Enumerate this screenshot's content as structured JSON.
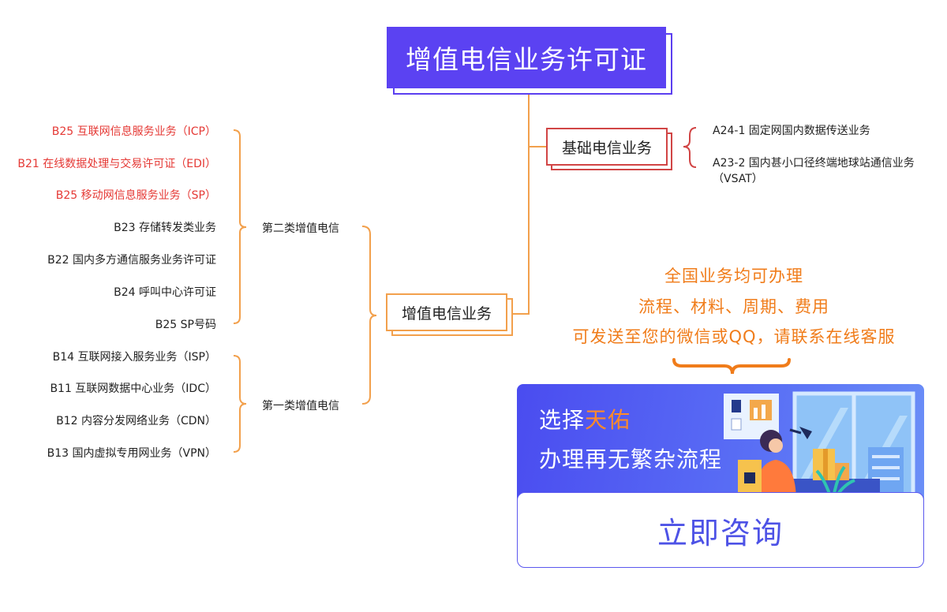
{
  "title": "增值电信业务许可证",
  "basic": {
    "label": "基础电信业务",
    "items": [
      "A24-1 固定网国内数据传送业务",
      "A23-2 国内甚小口径终端地球站通信业务（VSAT）"
    ]
  },
  "value_added": {
    "label": "增值电信业务",
    "category2": {
      "label": "第二类增值电信",
      "items": [
        {
          "text": "B25 互联网信息服务业务（ICP）",
          "highlight": true
        },
        {
          "text": "B21 在线数据处理与交易许可证（EDI）",
          "highlight": true
        },
        {
          "text": "B25 移动网信息服务业务（SP）",
          "highlight": true
        },
        {
          "text": "B23 存储转发类业务",
          "highlight": false
        },
        {
          "text": "B22 国内多方通信服务业务许可证",
          "highlight": false
        },
        {
          "text": "B24 呼叫中心许可证",
          "highlight": false
        },
        {
          "text": "B25 SP号码",
          "highlight": false
        }
      ]
    },
    "category1": {
      "label": "第一类增值电信",
      "items": [
        {
          "text": "B14 互联网接入服务业务（ISP）",
          "highlight": false
        },
        {
          "text": "B11 互联网数据中心业务（IDC）",
          "highlight": false
        },
        {
          "text": "B12 内容分发网络业务（CDN）",
          "highlight": false
        },
        {
          "text": "B13 国内虚拟专用网业务（VPN）",
          "highlight": false
        }
      ]
    }
  },
  "promo": {
    "line1": "全国业务均可办理",
    "line2": "流程、材料、周期、费用",
    "line3": "可发送至您的微信或QQ，请联系在线客服"
  },
  "banner": {
    "line1_prefix": "选择",
    "line1_highlight": "天佑",
    "line2": "办理再无繁杂流程"
  },
  "consult_button": "立即咨询",
  "colors": {
    "title_bg": "#5b42f2",
    "basic_border": "#d14545",
    "value_added_border": "#f2a04c",
    "highlight_text": "#e53935",
    "promo_text": "#f07c1a",
    "button_text": "#4d52e6"
  }
}
